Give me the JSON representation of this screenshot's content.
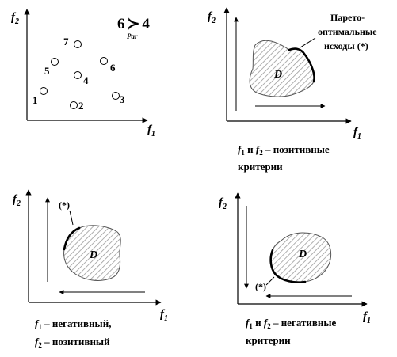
{
  "points": [
    {
      "label": "1"
    },
    {
      "label": "2"
    },
    {
      "label": "3"
    },
    {
      "label": "4"
    },
    {
      "label": "5"
    },
    {
      "label": "6"
    },
    {
      "label": "7"
    }
  ],
  "dominance": {
    "left": "6",
    "symbol": "≻",
    "right": "4",
    "subscript": "Par"
  },
  "axes": {
    "f1_base": "f",
    "f1_sub": "1",
    "f2_base": "f",
    "f2_sub": "2"
  },
  "region_label": "D",
  "pareto_note": [
    "Парето-",
    "оптимальные",
    "исходы (*)"
  ],
  "star_mark": "(*)",
  "captions": {
    "tr_line1": "f",
    "tr_line1_sub": "1",
    "tr_line1_mid": " и ",
    "tr_line1_f2": "f",
    "tr_line1_f2_sub": "2",
    "tr_line1_tail": " – позитивные",
    "tr_line2": "критерии",
    "bl_line1_f": "f",
    "bl_line1_sub": "1",
    "bl_line1_tail": " – негативный,",
    "bl_line2_f": "f",
    "bl_line2_sub": "2",
    "bl_line2_tail": " – позитивный",
    "br_line1": "f",
    "br_line1_sub": "1",
    "br_line1_mid": " и ",
    "br_line1_f2": "f",
    "br_line1_f2_sub": "2",
    "br_line1_tail": " – негативные",
    "br_line2": "критерии"
  }
}
